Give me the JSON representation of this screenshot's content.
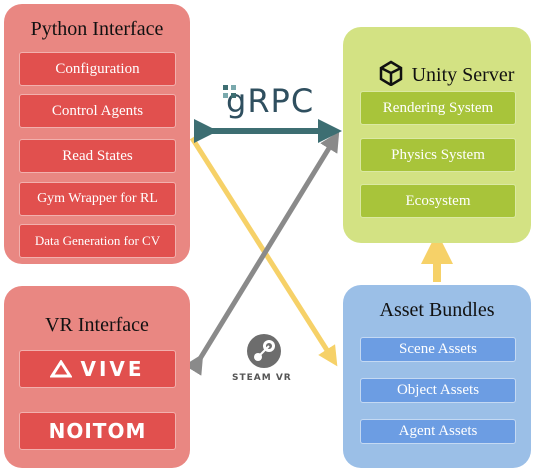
{
  "python_interface": {
    "title": "Python Interface",
    "items": [
      "Configuration",
      "Control Agents",
      "Read States",
      "Gym Wrapper for RL",
      "Data Generation for CV"
    ]
  },
  "vr_interface": {
    "title": "VR Interface",
    "logos": [
      "VIVE",
      "NOITOM"
    ]
  },
  "unity_server": {
    "title": "Unity Server",
    "items": [
      "Rendering System",
      "Physics System",
      "Ecosystem"
    ]
  },
  "asset_bundles": {
    "title": "Asset Bundles",
    "items": [
      "Scene Assets",
      "Object Assets",
      "Agent Assets"
    ]
  },
  "connectors": {
    "grpc_label": "gRPC",
    "steam_label": "STEAM VR"
  },
  "colors": {
    "python_panel": "#e98782",
    "item_red": "#e1504e",
    "unity_panel": "#d3e283",
    "item_green": "#a8c43a",
    "asset_panel": "#9bbfe7",
    "item_blue": "#6c9de3",
    "grpc_arrow": "#3d6e72",
    "vr_arrow": "#8a8a8a",
    "asset_arrow": "#f6d168"
  }
}
